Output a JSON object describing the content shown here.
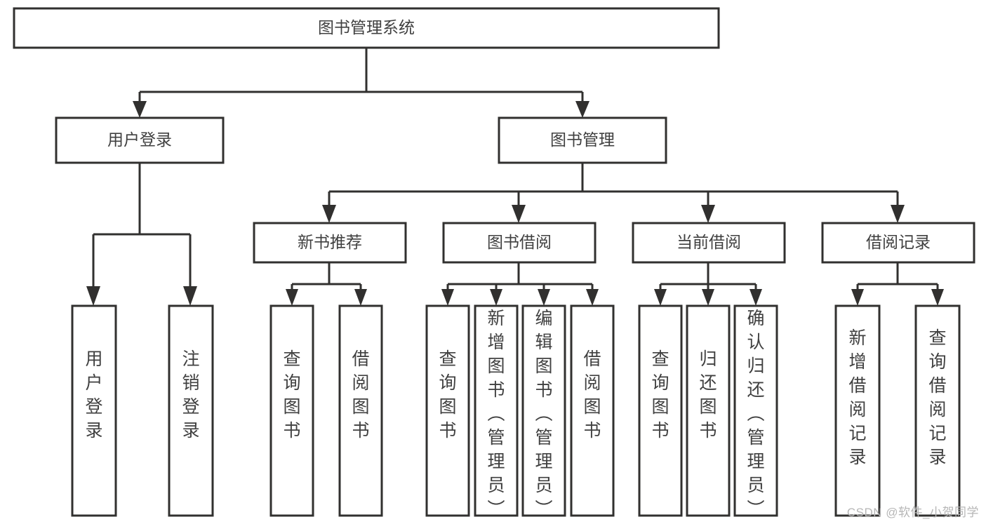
{
  "diagram": {
    "title": "图书管理系统",
    "type": "tree",
    "root": {
      "id": "root",
      "label": "图书管理系统",
      "orientation": "horizontal"
    },
    "level1": [
      {
        "id": "user-login",
        "label": "用户登录",
        "orientation": "horizontal"
      },
      {
        "id": "book-management",
        "label": "图书管理",
        "orientation": "horizontal"
      }
    ],
    "level2": [
      {
        "id": "new-book-recommend",
        "label": "新书推荐",
        "parent": "book-management",
        "orientation": "horizontal"
      },
      {
        "id": "book-borrow",
        "label": "图书借阅",
        "parent": "book-management",
        "orientation": "horizontal"
      },
      {
        "id": "current-borrow",
        "label": "当前借阅",
        "parent": "book-management",
        "orientation": "horizontal"
      },
      {
        "id": "borrow-record",
        "label": "借阅记录",
        "parent": "book-management",
        "orientation": "horizontal"
      }
    ],
    "leaves": [
      {
        "id": "leaf-user-login",
        "label": "用户登录",
        "parent": "user-login",
        "orientation": "vertical"
      },
      {
        "id": "leaf-user-logout",
        "label": "注销登录",
        "parent": "user-login",
        "orientation": "vertical"
      },
      {
        "id": "leaf-query-book-1",
        "label": "查询图书",
        "parent": "new-book-recommend",
        "orientation": "vertical"
      },
      {
        "id": "leaf-borrow-book-1",
        "label": "借阅图书",
        "parent": "new-book-recommend",
        "orientation": "vertical"
      },
      {
        "id": "leaf-query-book-2",
        "label": "查询图书",
        "parent": "book-borrow",
        "orientation": "vertical"
      },
      {
        "id": "leaf-add-book",
        "label": "新增图书（管理员）",
        "parent": "book-borrow",
        "orientation": "vertical"
      },
      {
        "id": "leaf-edit-book",
        "label": "编辑图书（管理员）",
        "parent": "book-borrow",
        "orientation": "vertical"
      },
      {
        "id": "leaf-borrow-book-2",
        "label": "借阅图书",
        "parent": "book-borrow",
        "orientation": "vertical"
      },
      {
        "id": "leaf-query-book-3",
        "label": "查询图书",
        "parent": "current-borrow",
        "orientation": "vertical"
      },
      {
        "id": "leaf-return-book",
        "label": "归还图书",
        "parent": "current-borrow",
        "orientation": "vertical"
      },
      {
        "id": "leaf-confirm-return",
        "label": "确认归还（管理员）",
        "parent": "current-borrow",
        "orientation": "vertical"
      },
      {
        "id": "leaf-add-record",
        "label": "新增借阅记录",
        "parent": "borrow-record",
        "orientation": "vertical"
      },
      {
        "id": "leaf-query-record",
        "label": "查询借阅记录",
        "parent": "borrow-record",
        "orientation": "vertical"
      }
    ],
    "colors": {
      "stroke": "#31302f",
      "fill": "#ffffff",
      "text": "#404040",
      "watermark": "#b6b6b6"
    }
  },
  "watermark": {
    "text": "CSDN @软件_小贺同学"
  }
}
